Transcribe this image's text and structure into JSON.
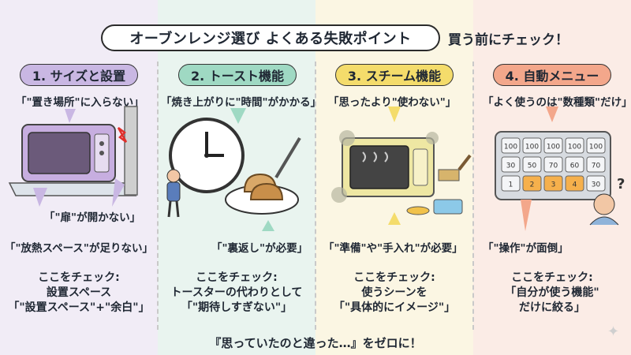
{
  "title": "オーブンレンジ選び よくある失敗ポイント",
  "title_sub": "買う前にチェック！",
  "columns": [
    {
      "heading": "1. サイズと設置",
      "notes": [
        "「\"置き場所\"に入らない」",
        "「\"扉\"が開かない」",
        "「\"放熱スペース\"が足りない」"
      ],
      "check": [
        "ここをチェック:",
        "設置スペース",
        "「\"設置スペース\"+\"余白\"」"
      ]
    },
    {
      "heading": "2. トースト機能",
      "notes": [
        "「焼き上がりに\"時間\"がかかる」",
        "「\"裏返し\"が必要」"
      ],
      "check": [
        "ここをチェック:",
        "トースターの代わりとして",
        "「\"期待しすぎない\"」"
      ]
    },
    {
      "heading": "3. スチーム機能",
      "notes": [
        "「思ったより\"使わない\"」",
        "「\"準備\"や\"手入れ\"が必要」"
      ],
      "check": [
        "ここをチェック:",
        "使うシーンを",
        "「\"具体的にイメージ\"」"
      ]
    },
    {
      "heading": "4. 自動メニュー",
      "notes": [
        "「よく使うのは\"数種類\"だけ」",
        "「\"操作\"が面倒」"
      ],
      "check": [
        "ここをチェック:",
        "「自分が使う機能\"",
        "だけに絞る」"
      ]
    }
  ],
  "keypad": [
    "100",
    "100",
    "100",
    "100",
    "100",
    "30",
    "50",
    "70",
    "60",
    "70",
    "1",
    "2",
    "3",
    "4",
    "30"
  ],
  "bottom": "『思っていたのと違った…』をゼロに！",
  "colors": {
    "purple": "#c9b7e3",
    "green": "#9fd9c3",
    "yellow": "#f4dc6b",
    "orange": "#f3a78b"
  }
}
